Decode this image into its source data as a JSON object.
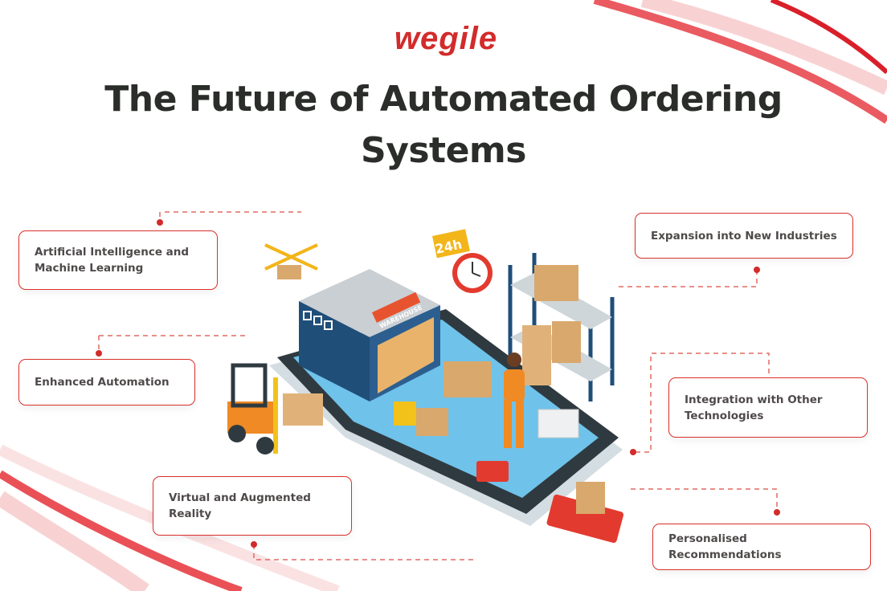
{
  "brand": {
    "logo_text": "wegile",
    "accent_color": "#d9302b"
  },
  "title": {
    "line1": "The Future of Automated Ordering",
    "line2": "Systems"
  },
  "features": [
    {
      "label": "Artificial Intelligence and Machine Learning"
    },
    {
      "label": "Enhanced Automation"
    },
    {
      "label": "Virtual and Augmented Reality"
    },
    {
      "label": "Expansion into New Industries"
    },
    {
      "label": "Integration with Other Technologies"
    },
    {
      "label": "Personalised Recommendations"
    }
  ],
  "illustration": {
    "warehouse_sign": "WAREHOUSE",
    "clock_badge": "24h"
  }
}
